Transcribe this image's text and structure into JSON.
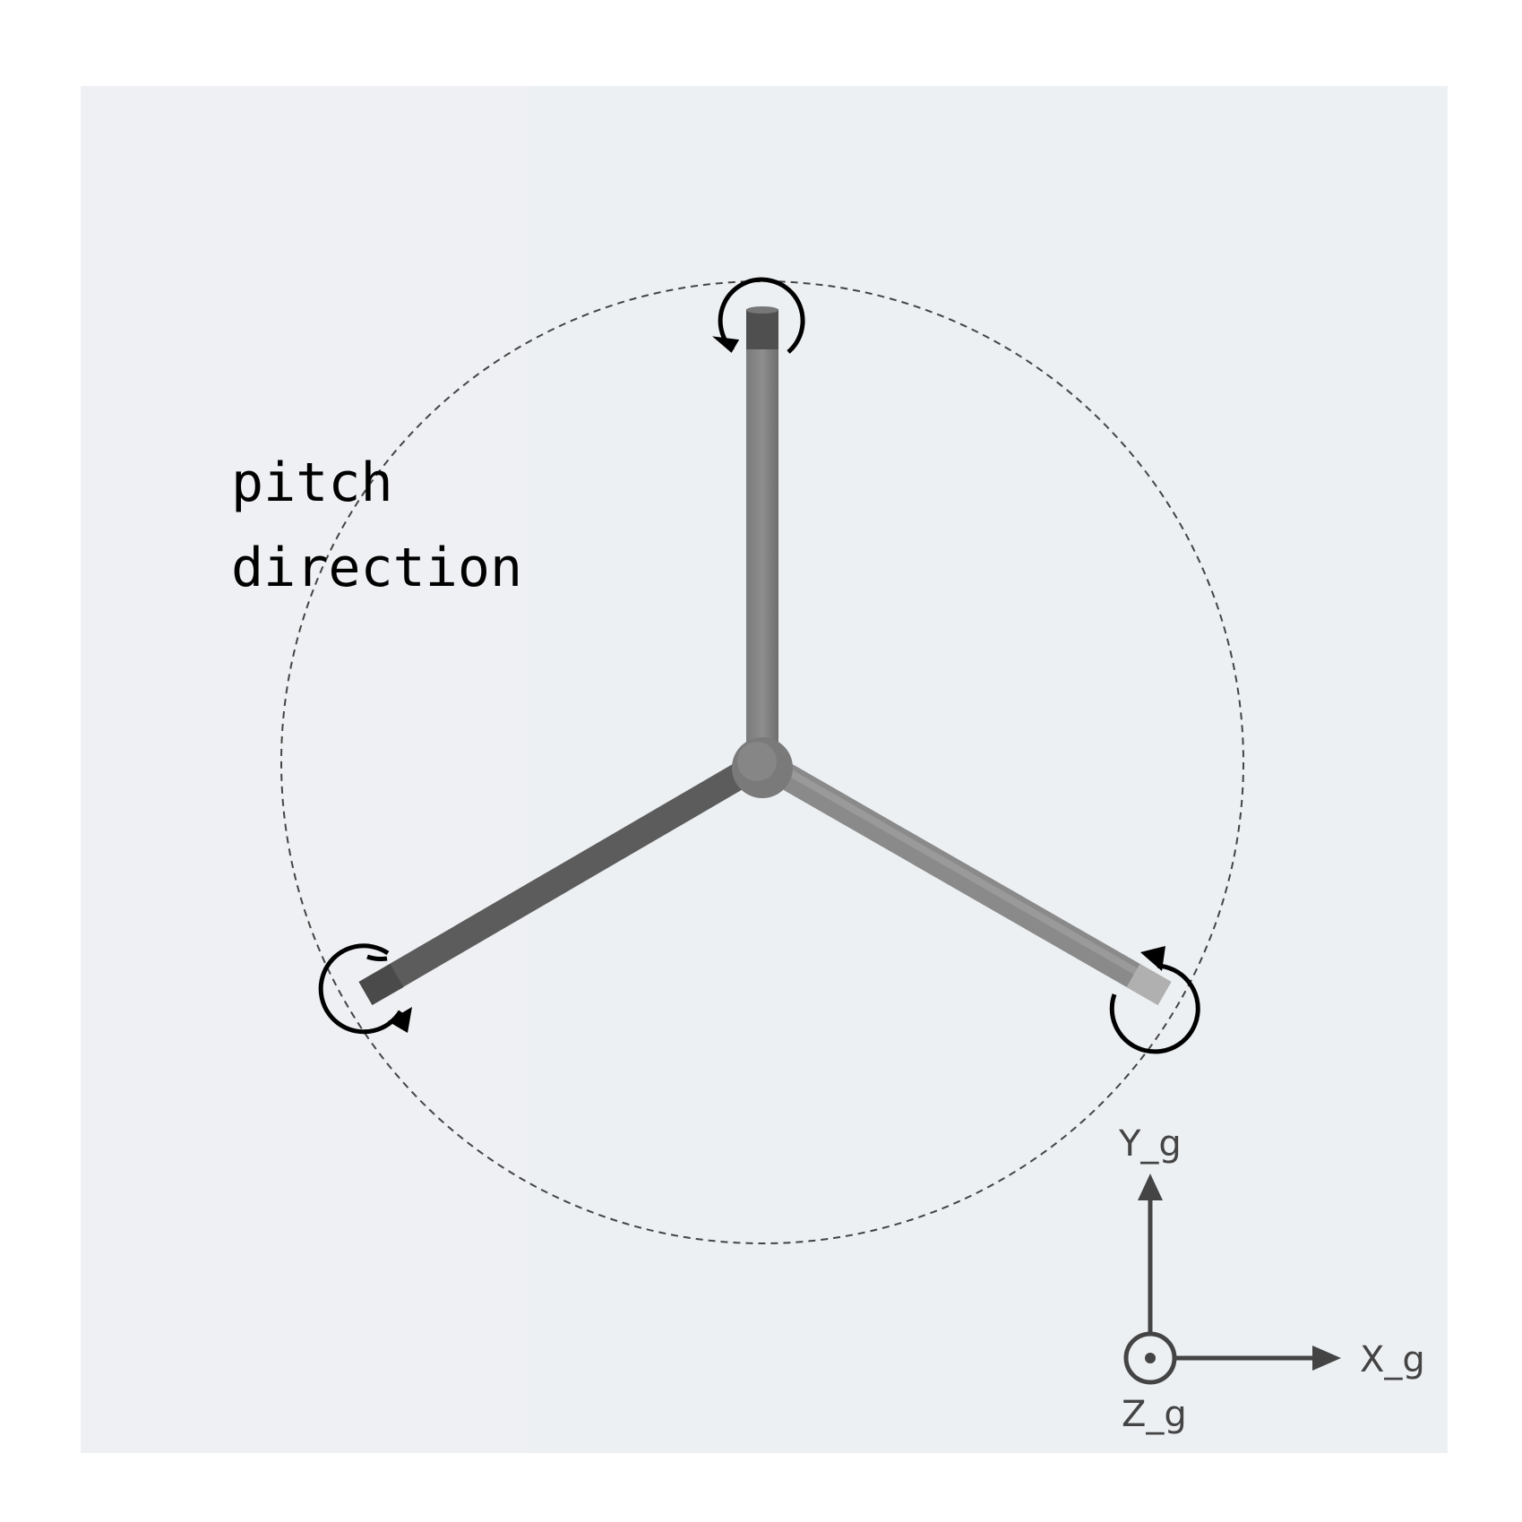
{
  "annotation": {
    "line1": "pitch",
    "line2": "direction"
  },
  "axes": {
    "x_label": "X_g",
    "y_label": "Y_g",
    "z_label": "Z_g"
  },
  "colors": {
    "background_panel": "#eff0f3",
    "blade_light": "#8a8a8a",
    "blade_dark": "#5c5c5c",
    "tip_light": "#b0b0b0",
    "tip_dark": "#4a4a4a",
    "hub": "#7a7a7a",
    "circle": "#444444",
    "arrow": "#000000",
    "axis": "#444444"
  }
}
